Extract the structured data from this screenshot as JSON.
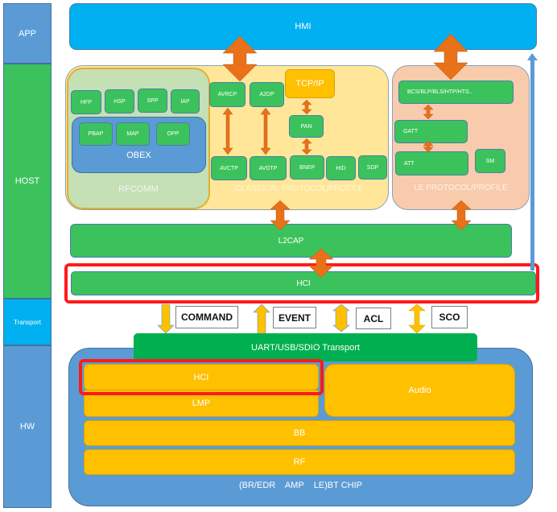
{
  "side_labels": {
    "app": "APP",
    "host": "HOST",
    "transport": "Transport",
    "hw": "HW"
  },
  "hmi": "HMI",
  "classic": {
    "rfcomm": "RFCOMM",
    "rfcomm_profiles": [
      "HFP",
      "HSP",
      "SPP",
      "IAP"
    ],
    "obex": "OBEX",
    "obex_profiles": [
      "PBAP",
      "MAP",
      "OPP"
    ],
    "upper": [
      "AVRCP",
      "A2DP"
    ],
    "tcpip": "TCP/IP",
    "pan": "PAN",
    "lower": [
      "AVCTP",
      "AVDTP",
      "BNEP",
      "HID",
      "SDP"
    ],
    "title": "CLASSICAL PROTOCOL/PROFILE"
  },
  "le": {
    "profiles": "BCS/BLP/BLS/HTP/HTS..",
    "gatt": "GATT",
    "att": "ATT",
    "sm": "SM",
    "title": "LE PROTOCOL/PROFILE"
  },
  "l2cap": "L2CAP",
  "hci_host": "HCI",
  "packets": [
    "COMMAND",
    "EVENT",
    "ACL",
    "SCO"
  ],
  "transport_bar": "UART/USB/SDIO Transport",
  "chip": {
    "hci": "HCI",
    "lmp": "LMP",
    "audio": "Audio",
    "bb": "BB",
    "rf": "RF",
    "caption": "(BR/EDR    AMP    LE)BT CHIP"
  },
  "colors": {
    "highlight": "#ff1a1a",
    "arrow": "#e8711a",
    "hci_arrow": "#ffc000"
  }
}
